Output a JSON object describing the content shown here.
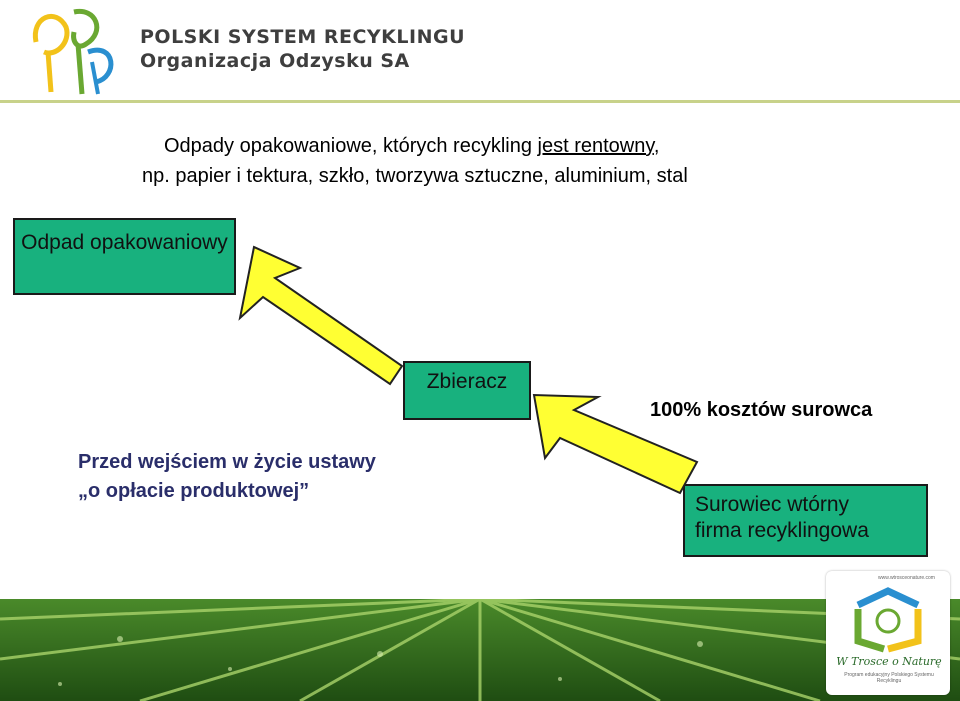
{
  "header": {
    "org_name_line1": "POLSKI SYSTEM RECYKLINGU",
    "org_name_line2": "Organizacja Odzysku SA"
  },
  "title": {
    "line1_part1": "Odpady opakowaniowe, których recykling ",
    "line1_underlined": "jest rentowny",
    "line1_part2": ",",
    "line2": "np. papier i tektura, szkło, tworzywa sztuczne, aluminium, stal"
  },
  "boxes": {
    "odpad": "Odpad opakowaniowy",
    "zbieracz": "Zbieracz",
    "surowiec_line1": "Surowiec wtórny",
    "surowiec_line2": "firma recyklingowa"
  },
  "notes": {
    "before_line1": "Przed wejściem w życie ustawy",
    "before_line2": "„o opłacie produktowej”",
    "cost": "100% kosztów surowca"
  },
  "badge": {
    "url": "www.wtrosceonature.com",
    "slogan": "W Trosce o Naturę",
    "sub": "Program edukacyjny Polskiego Systemu Recyklingu"
  },
  "colors": {
    "box_green": "#18b17e",
    "arrow_yellow": "#ffff33",
    "header_line": "#c8d28a",
    "note_blue": "#2a2e6a"
  }
}
